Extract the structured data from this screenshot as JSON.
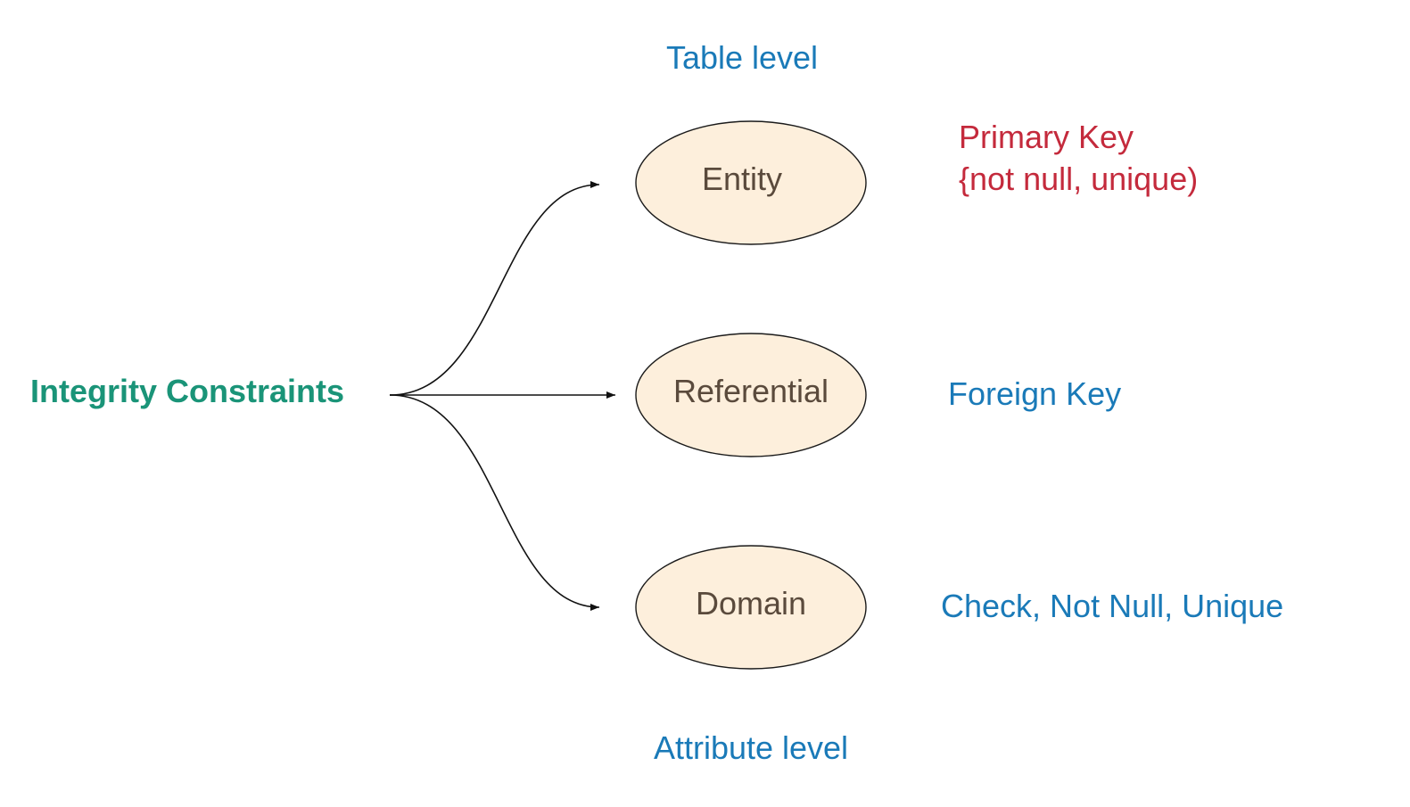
{
  "colors": {
    "root_text": "#1a9478",
    "level_text": "#1a7ab8",
    "node_text": "#5a4a3c",
    "node_fill": "#fdefdc",
    "node_stroke": "#1a1a1a",
    "primary_key_text": "#c42a3c",
    "foreign_key_text": "#1a7ab8",
    "domain_rule_text": "#1a7ab8",
    "connector": "#111111"
  },
  "root": {
    "label": "Integrity Constraints"
  },
  "levels": {
    "top": "Table level",
    "bottom": "Attribute level"
  },
  "nodes": [
    {
      "id": "entity",
      "label": "Entity",
      "description": [
        "Primary Key",
        "{not null, unique)"
      ]
    },
    {
      "id": "referential",
      "label": "Referential",
      "description": [
        "Foreign Key"
      ]
    },
    {
      "id": "domain",
      "label": "Domain",
      "description": [
        "Check, Not Null, Unique"
      ]
    }
  ]
}
